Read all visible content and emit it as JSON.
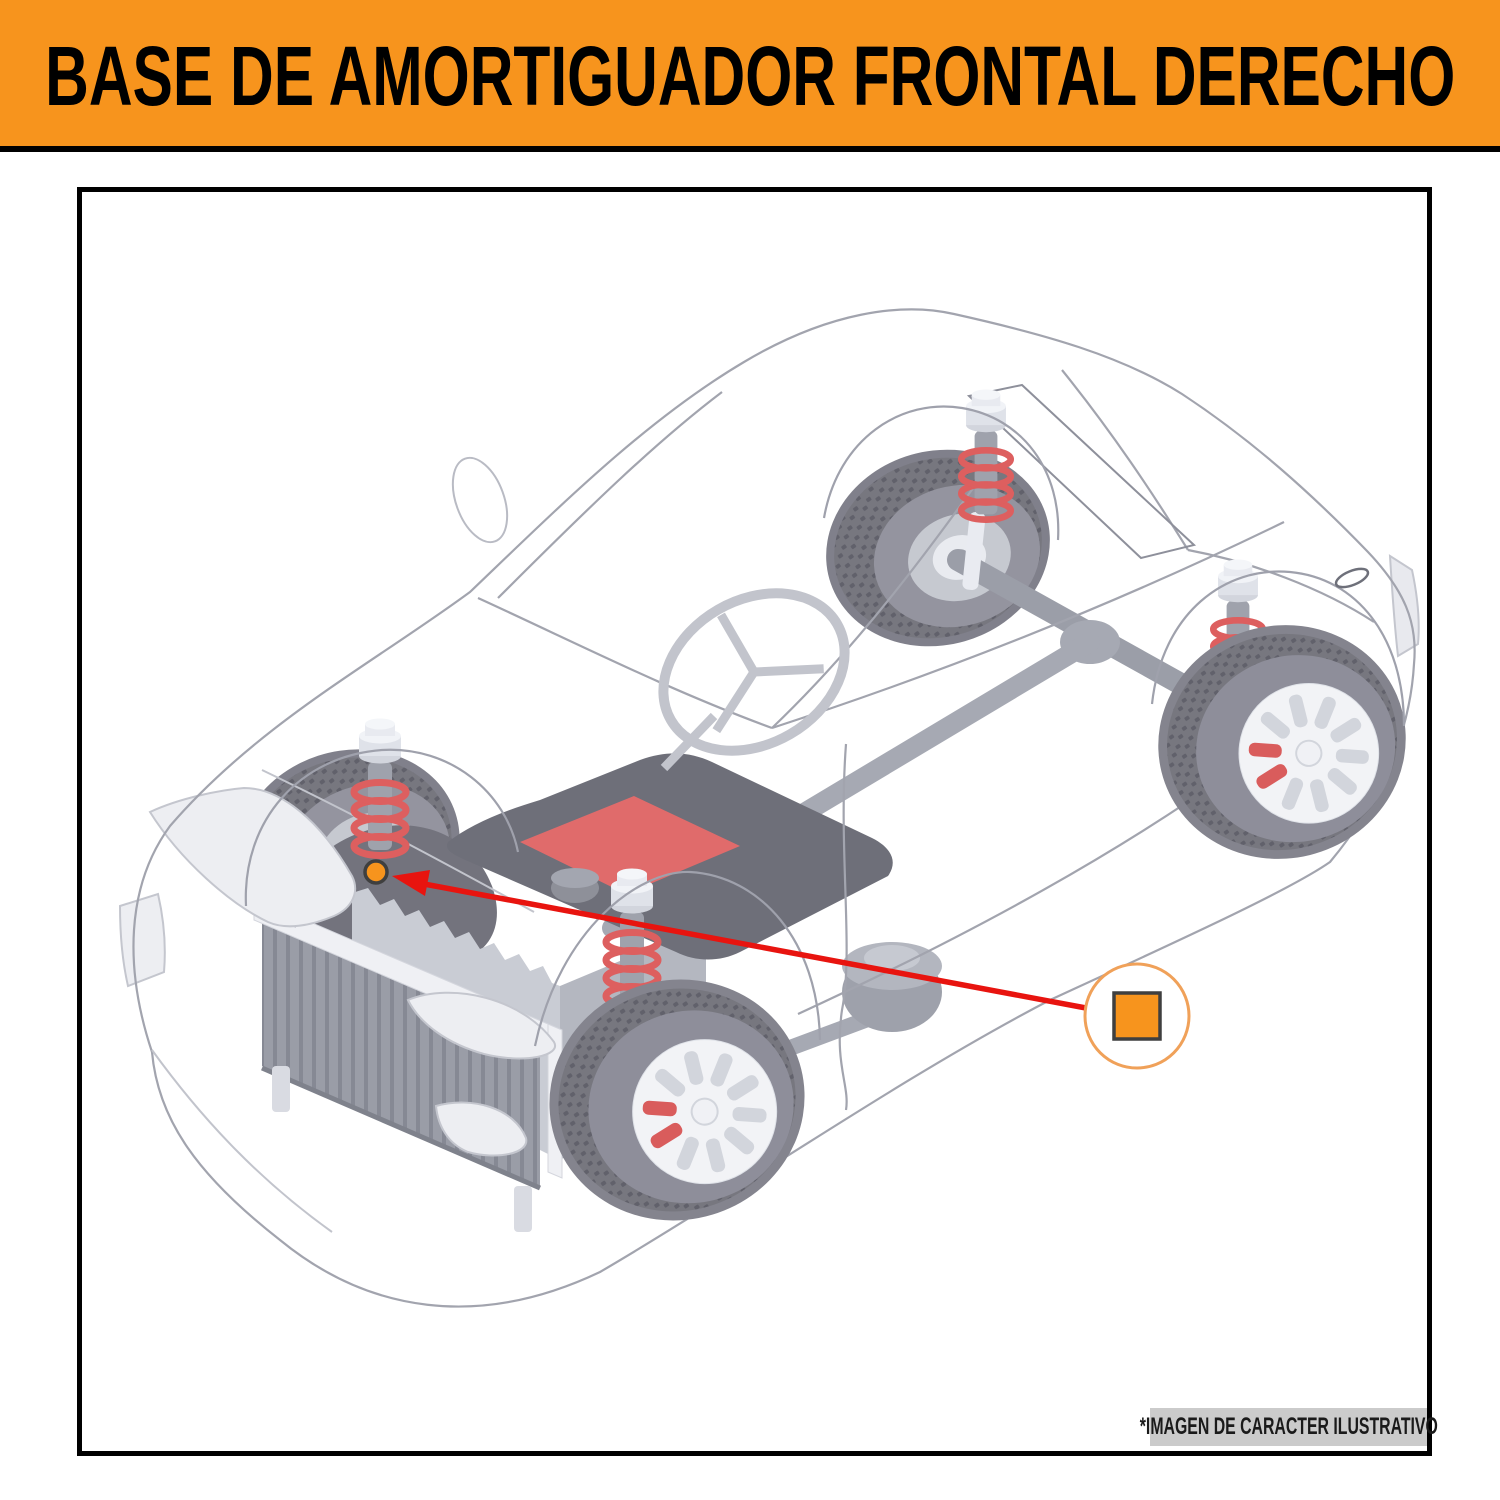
{
  "header": {
    "title": "BASE DE AMORTIGUADOR FRONTAL DERECHO"
  },
  "footer_note": {
    "text": "*IMAGEN DE CARACTER ILUSTRATIVO"
  },
  "legend": {
    "marker_icon": "orange-square-in-circle-icon",
    "target_icon": "orange-part-location-dot",
    "pointer_icon": "red-arrow-icon"
  },
  "colors": {
    "header_bg": "#F7941D",
    "header_text": "#000000",
    "frame_border": "#000000",
    "accent_orange": "#F7941D",
    "legend_circle_stroke": "#F0A159",
    "marker_border": "#3F3F3F",
    "arrow_red": "#E8140F",
    "spring_red": "#DD5F5F",
    "engine_red_panel": "#E06B6B",
    "note_bg": "#CBCBCB",
    "body_line": "#A2A4AE",
    "tire_gray": "#80808B"
  }
}
